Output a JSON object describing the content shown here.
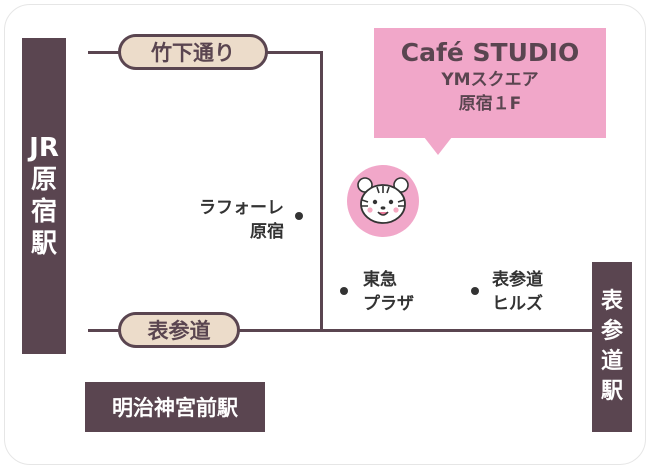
{
  "stations": {
    "jr_harajuku": [
      "JR",
      "原",
      "宿",
      "駅"
    ],
    "omotesando": [
      "表",
      "参",
      "道",
      "駅"
    ],
    "meiji_jingumae": "明治神宮前駅"
  },
  "streets": {
    "takeshita": "竹下通り",
    "omotesando": "表参道"
  },
  "cafe": {
    "name": "Café STUDIO",
    "building": "YMスクエア",
    "floor": "原宿１F"
  },
  "landmarks": {
    "laforet": [
      "ラフォーレ",
      "原宿"
    ],
    "tokyu_plaza": [
      "東急",
      "プラザ"
    ],
    "omotesando_hills": [
      "表参道",
      "ヒルズ"
    ]
  },
  "colors": {
    "road": "#5a4550",
    "pill_fill": "#ecdcca",
    "bubble": "#f1a7c9",
    "tiger_circle": "#f1a7c9"
  },
  "icons": [
    "tiger-face-icon"
  ]
}
